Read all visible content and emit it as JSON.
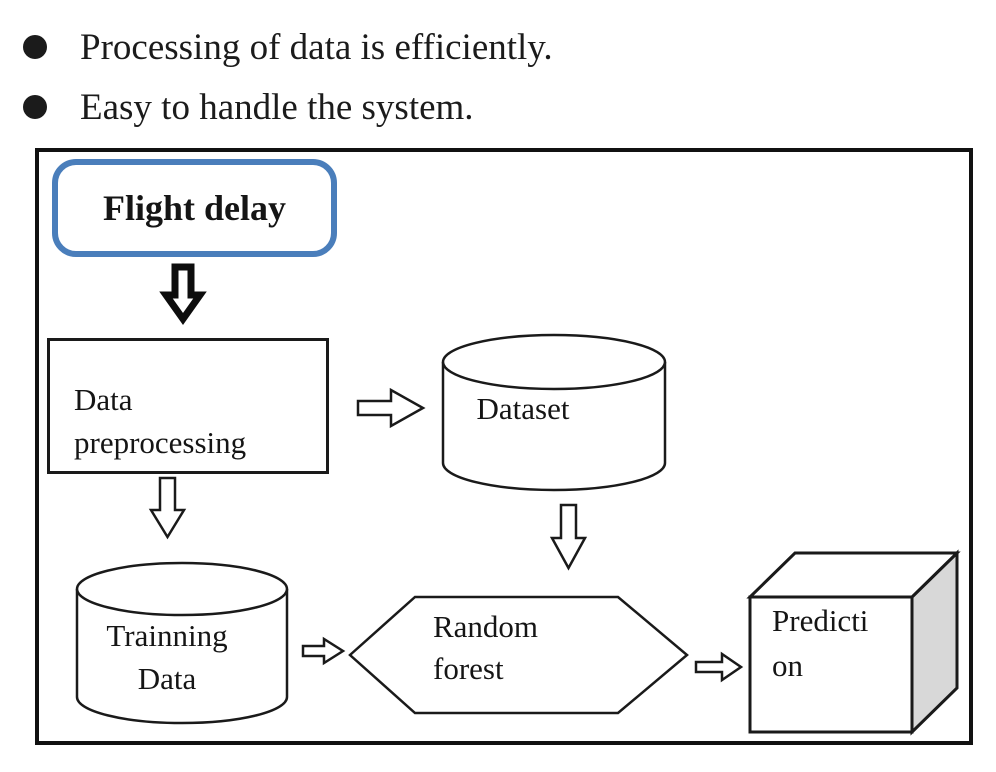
{
  "bullets": {
    "items": [
      {
        "label": "Processing of data is efficiently."
      },
      {
        "label": "Easy to handle the system."
      }
    ]
  },
  "diagram": {
    "nodes": {
      "flight_delay": {
        "label": "Flight delay",
        "shape": "rounded-rectangle"
      },
      "data_preprocessing": {
        "line1": "Data",
        "line2": "preprocessing",
        "shape": "rectangle"
      },
      "dataset": {
        "label": "Dataset",
        "shape": "cylinder"
      },
      "training_data": {
        "line1": "Trainning",
        "line2": "Data",
        "shape": "cylinder"
      },
      "random_forest": {
        "line1": "Random",
        "line2": "forest",
        "shape": "hexagon"
      },
      "prediction": {
        "line1": "Predicti",
        "line2": "on",
        "shape": "cube"
      }
    },
    "colors": {
      "flight_delay_border": "#4a7ebb",
      "stroke": "#1a1a1a",
      "cube_side_fill": "#d8d8d8"
    }
  }
}
